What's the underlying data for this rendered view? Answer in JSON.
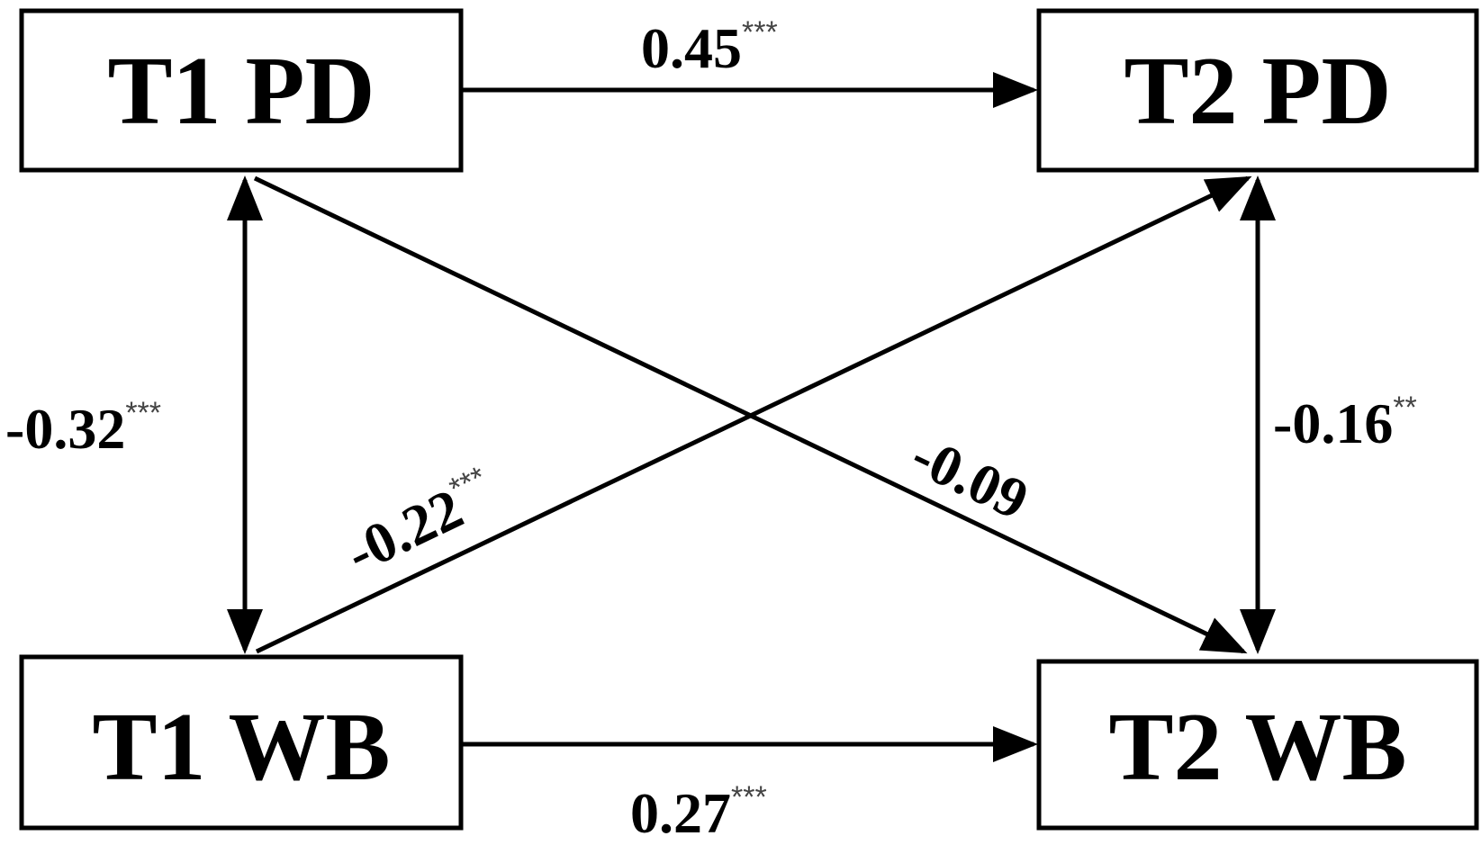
{
  "nodes": {
    "t1_pd": "T1 PD",
    "t2_pd": "T2 PD",
    "t1_wb": "T1 WB",
    "t2_wb": "T2 WB"
  },
  "paths": {
    "t1pd_t2pd": {
      "value": "0.45",
      "sig": "***"
    },
    "t1wb_t2wb": {
      "value": "0.27",
      "sig": "***"
    },
    "t1pd_t1wb": {
      "value": "-0.32",
      "sig": "***"
    },
    "t2pd_t2wb": {
      "value": "-0.16",
      "sig": "**"
    },
    "t1wb_t2pd": {
      "value": "-0.22",
      "sig": "***"
    },
    "t1pd_t2wb": {
      "value": "-0.09",
      "sig": ""
    }
  },
  "colors": {
    "stroke": "#000000",
    "background": "#ffffff",
    "significance": "#444444"
  }
}
